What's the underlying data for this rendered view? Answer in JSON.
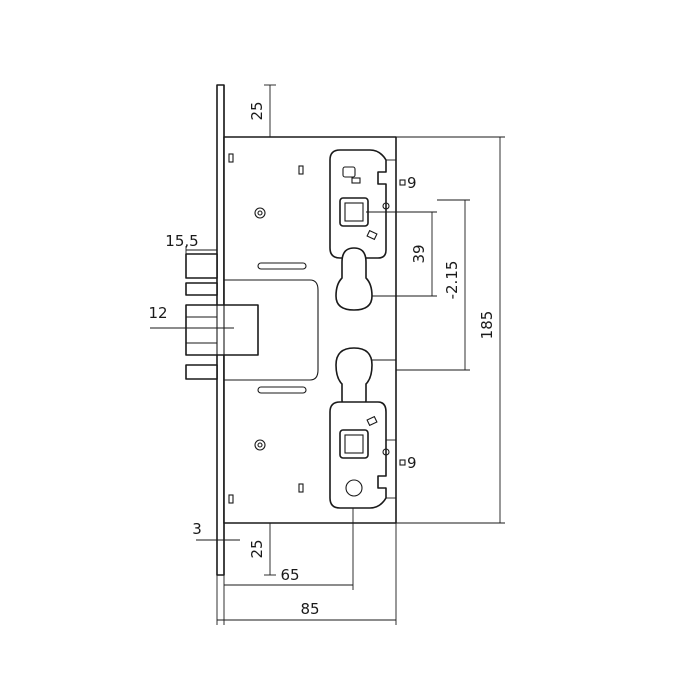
{
  "diagram": {
    "labels": {
      "top_offset": "25",
      "bottom_offset": "25",
      "latch_width": "15,5",
      "bolt_width": "12",
      "faceplate_thickness": "3",
      "backset": "65",
      "case_width": "85",
      "body_height": "185",
      "spindle_distance": "39",
      "cylinder_offset": "-2.15",
      "square_top": "9",
      "square_bottom": "9"
    }
  }
}
